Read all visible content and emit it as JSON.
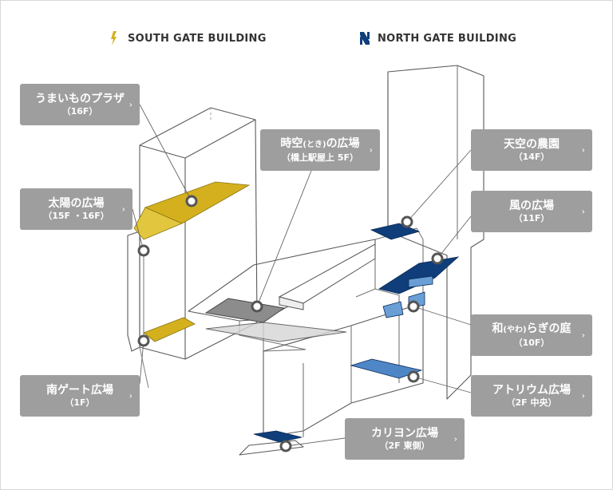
{
  "legend": {
    "south": {
      "label": "SOUTH GATE BUILDING",
      "color": "#d4b01f"
    },
    "north": {
      "label": "NORTH GATE BUILDING",
      "color": "#0f3e7a"
    }
  },
  "labels": {
    "umaimono": {
      "name": "うまいものプラザ",
      "sub": "（16F）",
      "arrow_icon": "chevron-right-icon"
    },
    "taiyo": {
      "name": "太陽の広場",
      "sub": "（15F ・16F）",
      "arrow_icon": "chevron-right-icon"
    },
    "minami_gate": {
      "name": "南ゲート広場",
      "sub": "（1F）",
      "arrow_icon": "chevron-right-icon"
    },
    "tokinohiroba": {
      "name_main": "時空",
      "name_paren": "(とき)",
      "name_tail": "の広場",
      "sub": "（橋上駅屋上 5F）",
      "arrow_icon": "chevron-right-icon"
    },
    "tenku": {
      "name": "天空の農園",
      "sub": "（14F）",
      "arrow_icon": "chevron-right-icon"
    },
    "kaze": {
      "name": "風の広場",
      "sub": "（11F）",
      "arrow_icon": "chevron-right-icon"
    },
    "yawaragi": {
      "name_main": "和",
      "name_paren": "(やわ)",
      "name_tail": "らぎの庭",
      "sub": "（10F）",
      "arrow_icon": "chevron-right-icon"
    },
    "atrium": {
      "name": "アトリウム広場",
      "sub": "（2F 中央）",
      "arrow_icon": "chevron-right-icon"
    },
    "carillon": {
      "name": "カリヨン広場",
      "sub": "（2F 東側）",
      "arrow_icon": "chevron-right-icon"
    }
  },
  "colors": {
    "label_bg": "#9e9e9e",
    "south_floor": "#d4b01f",
    "north_floor": "#0f3e7a",
    "north_light": "#6a9fd6",
    "station_roof": "#8c8c8c",
    "outline": "#555555"
  }
}
